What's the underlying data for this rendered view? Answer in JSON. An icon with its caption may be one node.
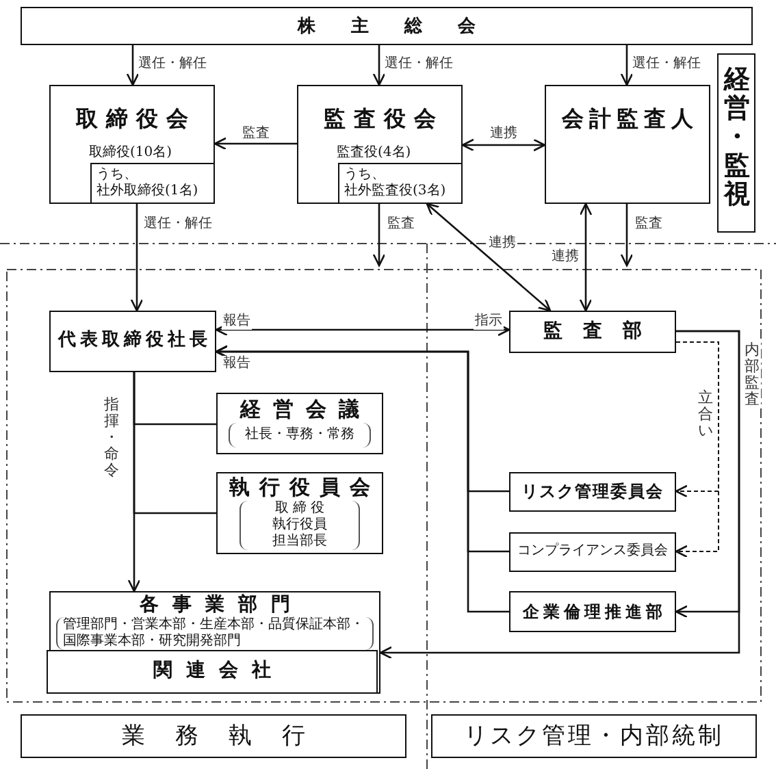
{
  "diagram": {
    "nodes": [
      {
        "text": [
          "株主総会"
        ]
      },
      {
        "text": [
          "取締役会",
          "取締役(10名)"
        ]
      },
      {
        "text": [
          "うち、社外取締役(1名)"
        ],
        "in": 1
      },
      {
        "text": [
          "監査役会",
          "監査役(4名)"
        ]
      },
      {
        "text": [
          "うち、社外監査役(3名)"
        ],
        "in": 3
      },
      {
        "text": [
          "会計監査人"
        ]
      },
      {
        "text": [
          "経営・監視"
        ]
      },
      {
        "text": [
          "代表取締役社長"
        ]
      },
      {
        "text": [
          "経営会議",
          "社長・専務・常務"
        ]
      },
      {
        "text": [
          "執行役員会",
          "取締役",
          "執行役員",
          "担当部長"
        ]
      },
      {
        "text": [
          "各事業部門",
          "管理部門・営業本部・生産本部・品質保証本部・国際事業本部・研究開発部門"
        ]
      },
      {
        "text": [
          "関連会社"
        ],
        "in": 10
      },
      {
        "text": [
          "監査部"
        ]
      },
      {
        "text": [
          "リスク管理委員会"
        ]
      },
      {
        "text": [
          "コンプライアンス委員会"
        ]
      },
      {
        "text": [
          "企業倫理推進部"
        ]
      },
      {
        "text": [
          "業務執行"
        ]
      },
      {
        "text": [
          "リスク管理・内部統制"
        ]
      }
    ],
    "edges": [
      {
        "from": 0,
        "to": 1,
        "arrow": "to",
        "label": "選任・解任"
      },
      {
        "from": 0,
        "to": 3,
        "arrow": "to",
        "label": "選任・解任"
      },
      {
        "from": 0,
        "to": 5,
        "arrow": "to",
        "label": "選任・解任"
      },
      {
        "from": 3,
        "to": 1,
        "arrow": "to",
        "label": "監査"
      },
      {
        "from": 3,
        "to": 5,
        "arrow": "both",
        "label": "連携"
      },
      {
        "from": 2,
        "to": 7,
        "arrow": "to",
        "label": "選任・解任"
      },
      {
        "from": 4,
        "to": null,
        "arrow": "to",
        "label": "監査"
      },
      {
        "from": 5,
        "to": null,
        "arrow": "to",
        "label": "監査"
      },
      {
        "from": 12,
        "to": 4,
        "arrow": "both",
        "label": "連携"
      },
      {
        "from": 12,
        "to": 5,
        "arrow": "both",
        "label": "連携"
      },
      {
        "from": 7,
        "to": 12,
        "arrow": "both",
        "label": "指示"
      },
      {
        "from": 13,
        "to": 7,
        "arrow": "to",
        "label": "報告"
      },
      {
        "from": 14,
        "to": 7,
        "arrow": "to"
      },
      {
        "from": 15,
        "to": 7,
        "arrow": "to"
      },
      {
        "from": 12,
        "to": 15,
        "arrow": "to"
      },
      {
        "from": 12,
        "to": 10,
        "arrow": "to",
        "label": "内部監査"
      },
      {
        "from": 12,
        "to": 13,
        "arrow": "to",
        "label": "立合い",
        "style": "dashed"
      },
      {
        "from": 12,
        "to": 14,
        "arrow": "to",
        "style": "dashed"
      },
      {
        "from": 7,
        "to": 8,
        "arrow": "none"
      },
      {
        "from": 7,
        "to": 9,
        "arrow": "none"
      },
      {
        "from": 7,
        "to": 10,
        "arrow": "to",
        "label": "指揮・命令"
      }
    ],
    "labels": [
      "報告"
    ]
  }
}
